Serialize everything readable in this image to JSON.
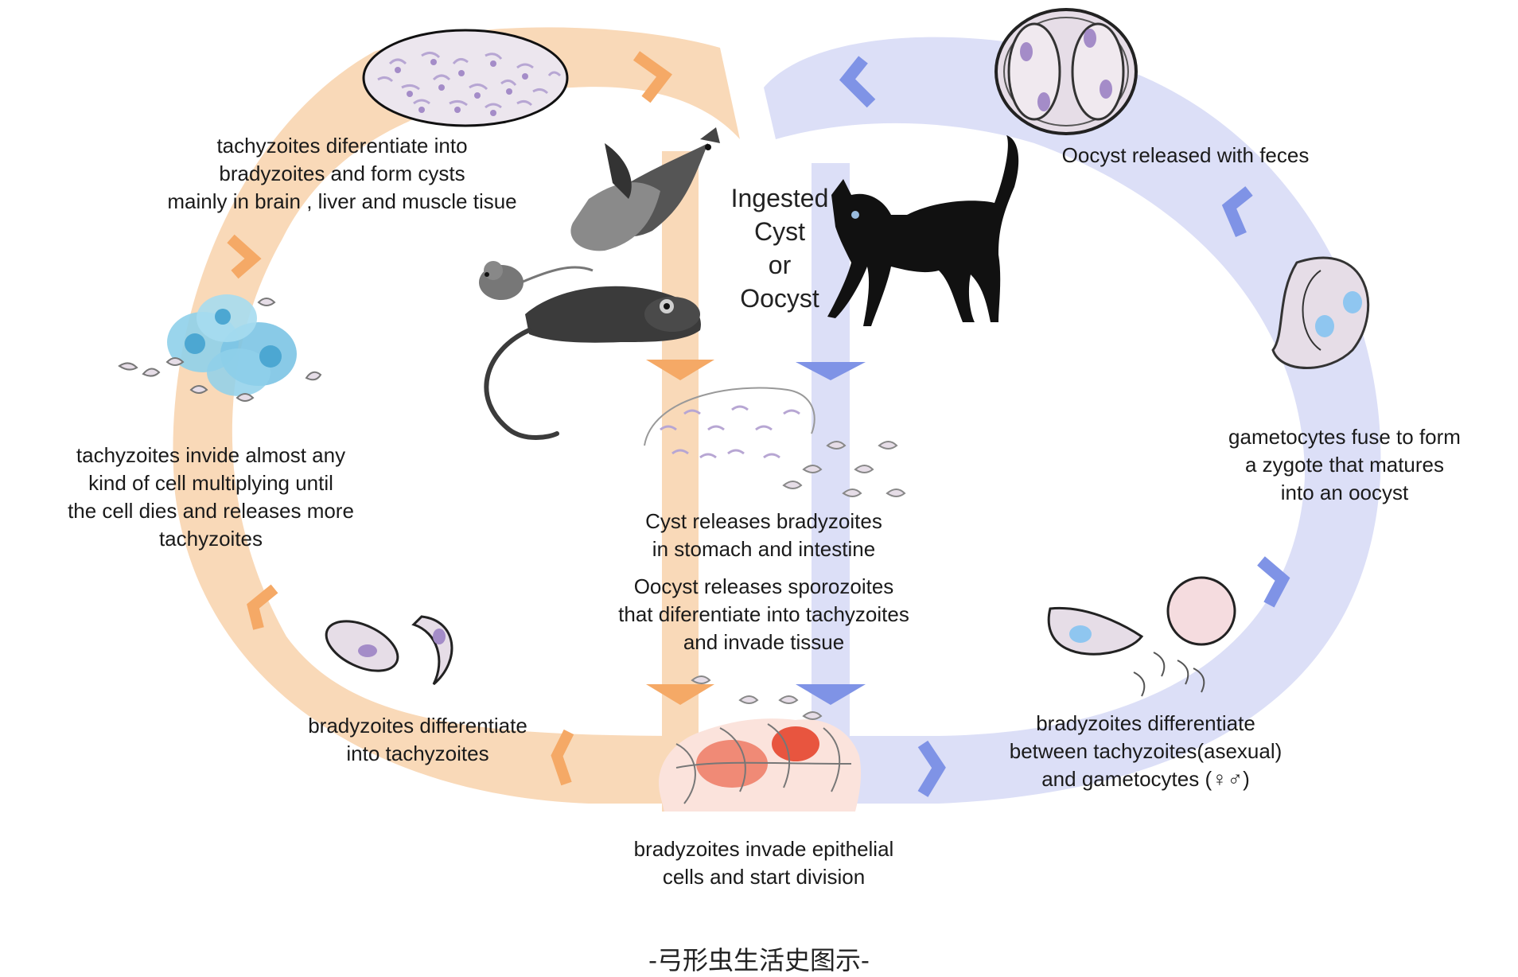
{
  "diagram": {
    "ingested": "Ingested\nCyst\nor\nOocyst",
    "host_cycle": {
      "cysts_form": "tachyzoites diferentiate into\nbradyzoites and form cysts\nmainly in brain , liver and muscle tisue",
      "tachy_multiply": "tachyzoites invide almost any\nkind of cell multiplying until\nthe cell dies and releases more\ntachyzoites",
      "brady_to_tachy": "bradyzoites differentiate\ninto tachyzoites"
    },
    "center": {
      "cyst_releases": "Cyst releases bradyzoites\nin stomach and intestine",
      "oocyst_releases": "Oocyst releases sporozoites\nthat diferentiate into tachyzoites\nand invade tissue",
      "invade_epithelial": "bradyzoites invade epithelial\ncells and start division"
    },
    "cat_cycle": {
      "oocyst_feces": "Oocyst released with feces",
      "gametocytes_fuse": "gametocytes fuse to form\na zygote that matures\ninto an oocyst",
      "brady_differentiate": "bradyzoites differentiate\nbetween tachyzoites(asexual)\nand gametocytes (♀♂)"
    },
    "caption": "-弓形虫生活史图示-",
    "colors": {
      "host_arrow": "#f9d9b8",
      "host_chevron": "#f5a966",
      "cat_arrow": "#dcdff7",
      "cat_chevron": "#7f93e6",
      "parasite_fill": "#e6dde7",
      "parasite_nucleus": "#a48cc8",
      "host_cell": "#8fd0ea",
      "tissue": "#e8553f"
    },
    "icons": [
      "bird-icon",
      "mouse-icon",
      "rat-icon",
      "cat-icon",
      "tissue-cyst-icon",
      "oocyst-icon"
    ]
  }
}
